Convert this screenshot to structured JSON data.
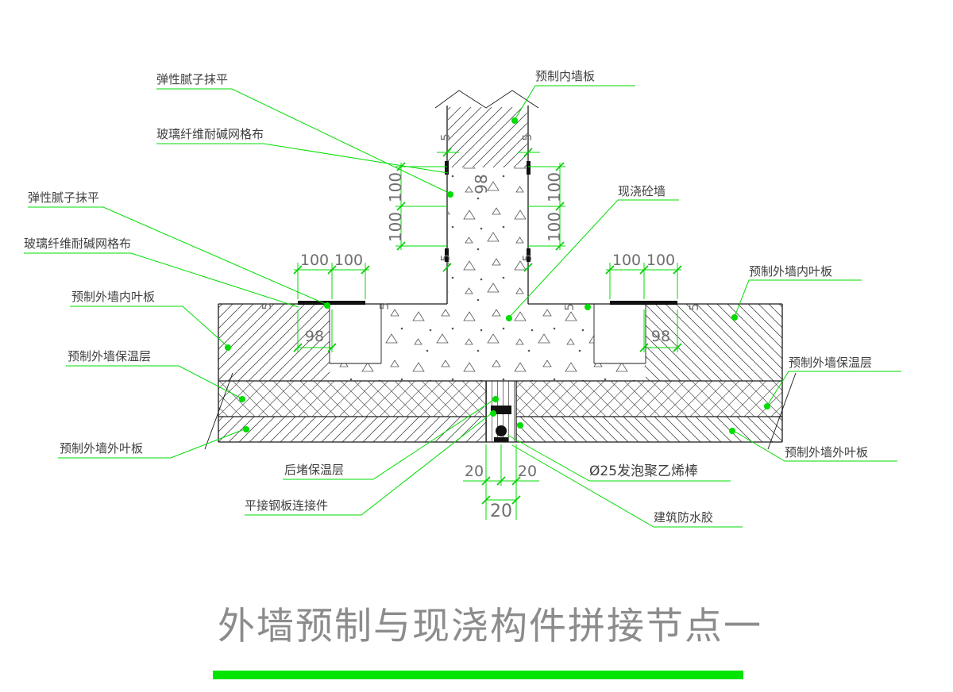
{
  "callouts": {
    "elastic_putty": "弹性腻子抹平",
    "fiberglass_mesh": "玻璃纤维耐碱网格布",
    "precast_interior_panel": "预制内墙板",
    "cast_in_place_wall": "现浇砼墙",
    "inner_leaf": "预制外墙内叶板",
    "insulation": "预制外墙保温层",
    "outer_leaf": "预制外墙外叶板",
    "post_insulation": "后堵保温层",
    "steel_connector": "平接钢板连接件",
    "foam_rod": "Ø25发泡聚乙烯棒",
    "waterproof": "建筑防水胶"
  },
  "dims": {
    "d100": "100",
    "d98": "98",
    "d5": "5",
    "d20": "20"
  },
  "title": "外墙预制与现浇构件拼接节点一",
  "colors": {
    "leader_green": "#00dd00",
    "bar_green": "#00e400",
    "line_black": "#1a1a1a",
    "dim_gray": "#6f6f6f",
    "title_gray": "#8c8c8c"
  }
}
